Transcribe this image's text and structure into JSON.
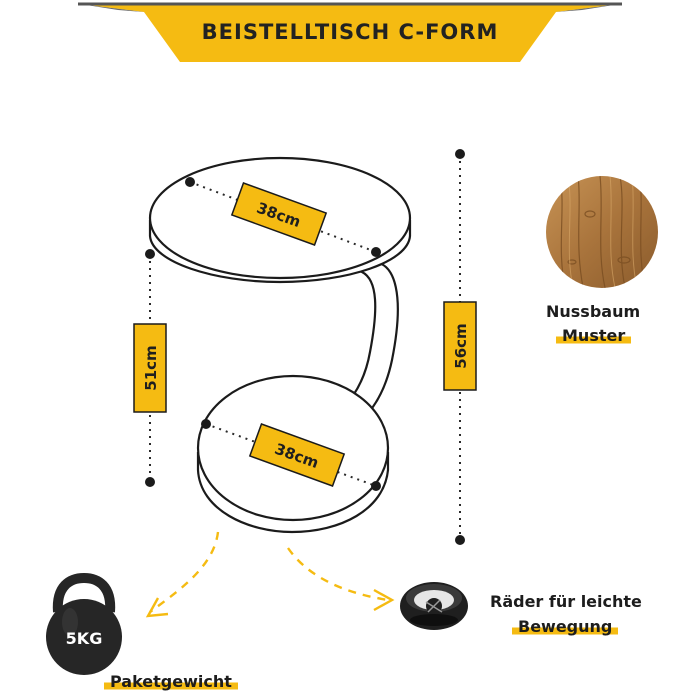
{
  "title": "BEISTELLTISCH C-FORM",
  "dimensions": {
    "top_diameter": "38cm",
    "base_diameter": "38cm",
    "table_height": "51cm",
    "total_height": "56cm"
  },
  "material": {
    "line1": "Nussbaum",
    "line2": "Muster"
  },
  "wheels": {
    "line1": "Räder für leichte",
    "line2": "Bewegung"
  },
  "weight": {
    "kettlebell_label": "5KG",
    "caption": "Paketgewicht"
  },
  "colors": {
    "accent": "#f5bb12",
    "outline": "#1b1b1b",
    "wood": "#a9743c"
  },
  "icons": [
    "kettlebell-icon",
    "caster-wheel-icon",
    "walnut-swatch"
  ]
}
